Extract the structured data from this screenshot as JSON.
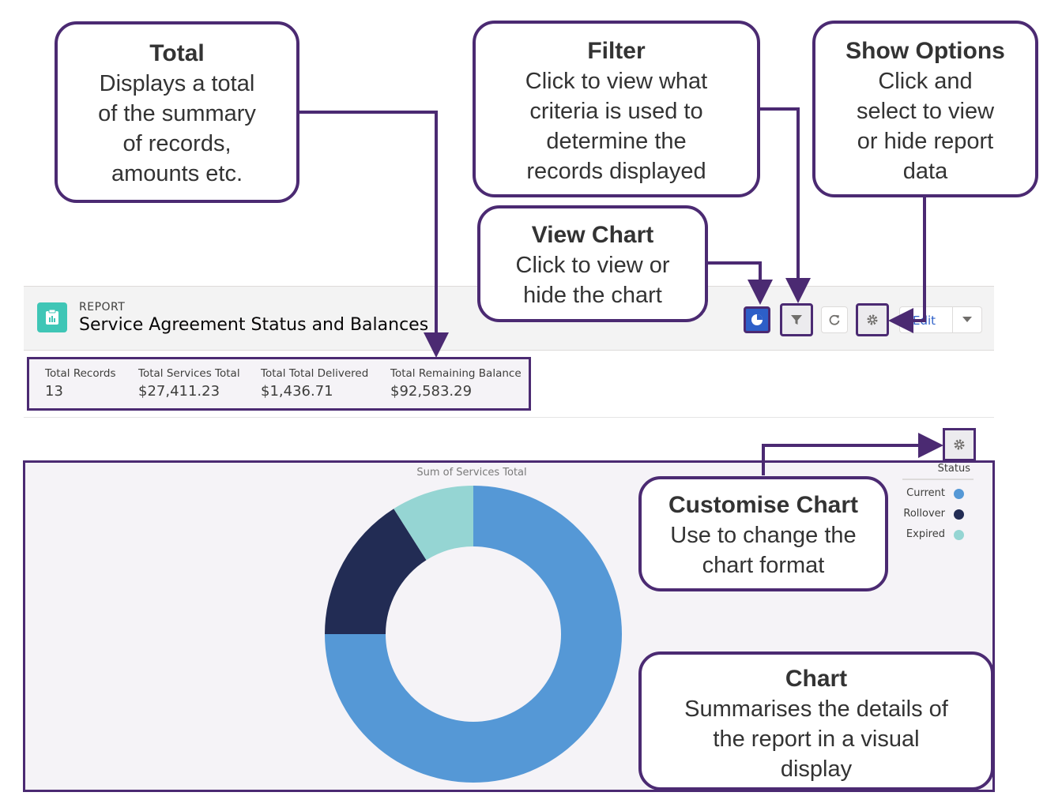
{
  "report": {
    "eyebrow": "REPORT",
    "title": "Service Agreement Status and Balances",
    "edit_label": "Edit"
  },
  "totals": [
    {
      "label": "Total Records",
      "value": "13"
    },
    {
      "label": "Total Services Total",
      "value": "$27,411.23"
    },
    {
      "label": "Total Total Delivered",
      "value": "$1,436.71"
    },
    {
      "label": "Total Remaining Balance",
      "value": "$92,583.29"
    }
  ],
  "chart": {
    "title": "Sum of Services Total",
    "legend_title": "Status"
  },
  "chart_data": {
    "type": "pie",
    "variant": "donut",
    "title": "Sum of Services Total",
    "legend_title": "Status",
    "legend_placement": "top-right",
    "categories": [
      "Current",
      "Rollover",
      "Expired"
    ],
    "values": [
      0.75,
      0.16,
      0.09
    ],
    "value_units": "share of Sum of Services Total",
    "colors": [
      "#5598d6",
      "#222c54",
      "#95d5d3"
    ]
  },
  "callouts": {
    "total": {
      "title": "Total",
      "body": "Displays a total\nof the summary\nof records,\namounts etc."
    },
    "filter": {
      "title": "Filter",
      "body": "Click to view what\ncriteria is used to\ndetermine the\nrecords displayed"
    },
    "show_options": {
      "title": "Show Options",
      "body": "Click and\nselect to view\nor hide report\ndata"
    },
    "view_chart": {
      "title": "View Chart",
      "body": "Click to view or\nhide the chart"
    },
    "customise_chart": {
      "title": "Customise Chart",
      "body": "Use to change the\nchart format"
    },
    "chart": {
      "title": "Chart",
      "body": "Summarises the details of\nthe report in a visual\ndisplay"
    }
  },
  "colors": {
    "callout_border": "#4b2a72",
    "brand_blue": "#2d5fc8",
    "report_icon": "#3fc6b6"
  },
  "icons": {
    "report": "report-icon",
    "view_chart": "pie-chart-icon",
    "filter": "filter-icon",
    "refresh": "refresh-icon",
    "options": "gear-icon",
    "dropdown": "chevron-down-icon",
    "customise": "gear-icon"
  }
}
